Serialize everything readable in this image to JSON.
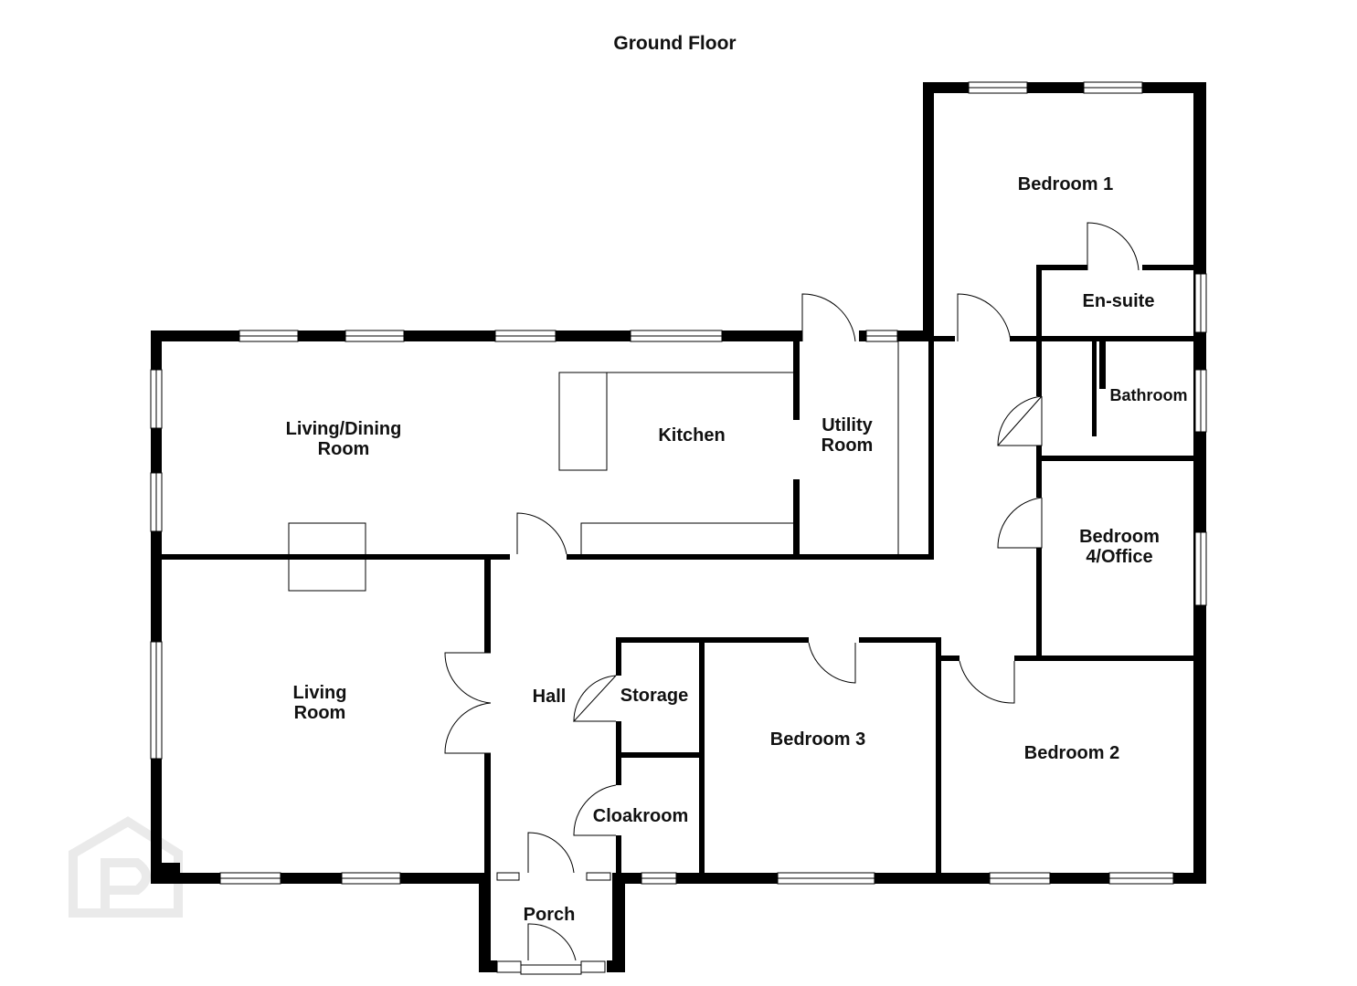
{
  "title": "Ground Floor",
  "rooms": {
    "bedroom1": "Bedroom 1",
    "ensuite": "En-suite",
    "bathroom": "Bathroom",
    "bedroom4_line1": "Bedroom",
    "bedroom4_line2": "4/Office",
    "living_dining_line1": "Living/Dining",
    "living_dining_line2": "Room",
    "kitchen": "Kitchen",
    "utility_line1": "Utility",
    "utility_line2": "Room",
    "living_line1": "Living",
    "living_line2": "Room",
    "hall": "Hall",
    "storage": "Storage",
    "cloakroom": "Cloakroom",
    "bedroom3": "Bedroom 3",
    "bedroom2": "Bedroom 2",
    "porch": "Porch"
  },
  "watermark": "P"
}
